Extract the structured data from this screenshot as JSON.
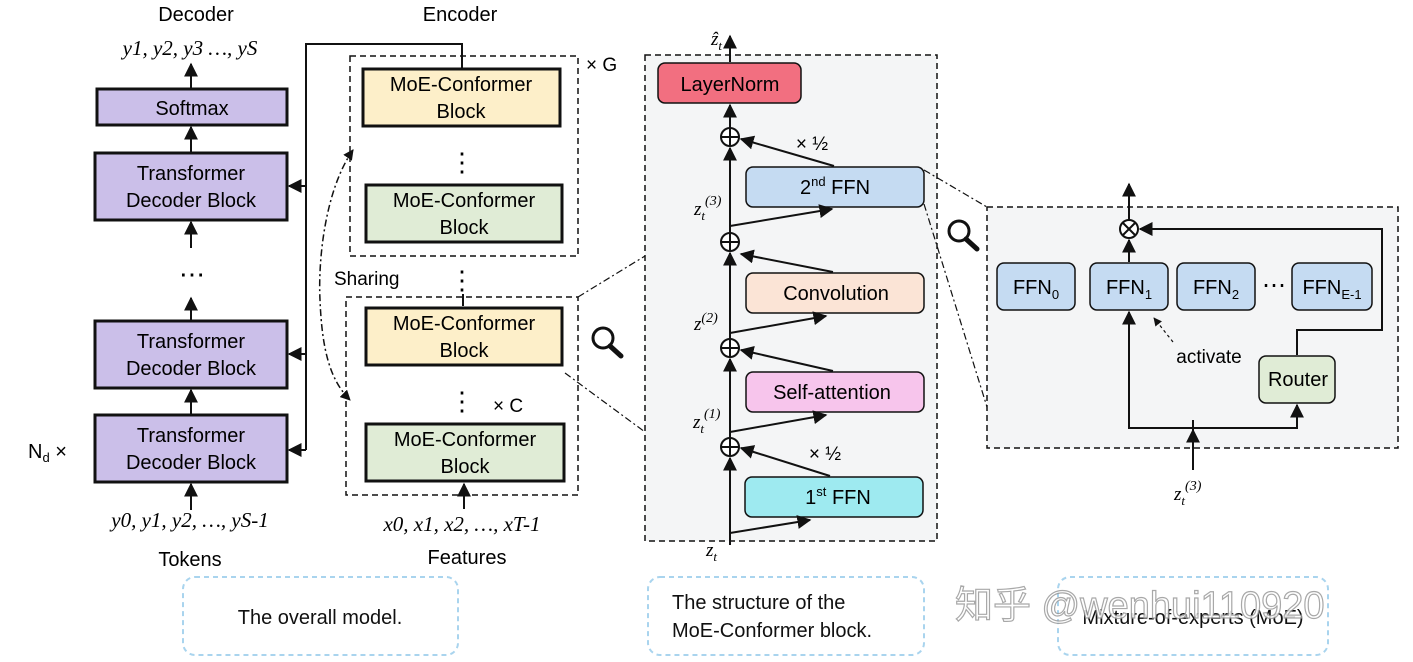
{
  "overall": {
    "decoder_title": "Decoder",
    "encoder_title": "Encoder",
    "decoder_output": "y1, y2, y3 …, yS",
    "softmax": "Softmax",
    "transformer_block_top": "Transformer Decoder Block",
    "transformer_block_mid": "Transformer Decoder Block",
    "transformer_block_bottom": "Transformer Decoder Block",
    "ellipsis": "⋯",
    "nd_label": "Nd ×",
    "decoder_input": "y0, y1, y2, …, yS-1",
    "tokens_label": "Tokens",
    "encoder_g_label": "× G",
    "encoder_c_label": "× C",
    "sharing_label": "Sharing",
    "moe_block_label": "MoE-Conformer Block",
    "encoder_input": "x0, x1, x2, …, xT-1",
    "features_label": "Features",
    "caption": "The overall model."
  },
  "conformer": {
    "output_label": "ẑt",
    "layernorm": "LayerNorm",
    "second_ffn": "2nd FFN",
    "convolution": "Convolution",
    "self_attention": "Self-attention",
    "first_ffn": "1st FFN",
    "half_top": "× ½",
    "half_bottom": "× ½",
    "z3": "zt(3)",
    "z2": "z(2)",
    "z1": "zt(1)",
    "zt": "zt",
    "caption_line1": "The structure of the",
    "caption_line2": "MoE-Conformer block."
  },
  "moe": {
    "ffn0": "FFN0",
    "ffn1": "FFN1",
    "ffn2": "FFN2",
    "ffn_last": "FFNE-1",
    "ellipsis": "⋯",
    "activate": "activate",
    "router": "Router",
    "input_label": "zt(3)",
    "caption": "Mixture-of-experts (MoE)"
  },
  "watermark": "知乎 @wenhui110920",
  "colors": {
    "purple": "#cbbfe9",
    "yellow": "#fdefc9",
    "green": "#e0ecd6",
    "blue": "#c5dbf2",
    "peach": "#fbe4d6",
    "pink": "#f7c5ec",
    "cyan": "#9eeaf0",
    "red": "#f26f80",
    "caption_border": "#a9d4ee",
    "panel_bg": "#f4f5f6"
  }
}
